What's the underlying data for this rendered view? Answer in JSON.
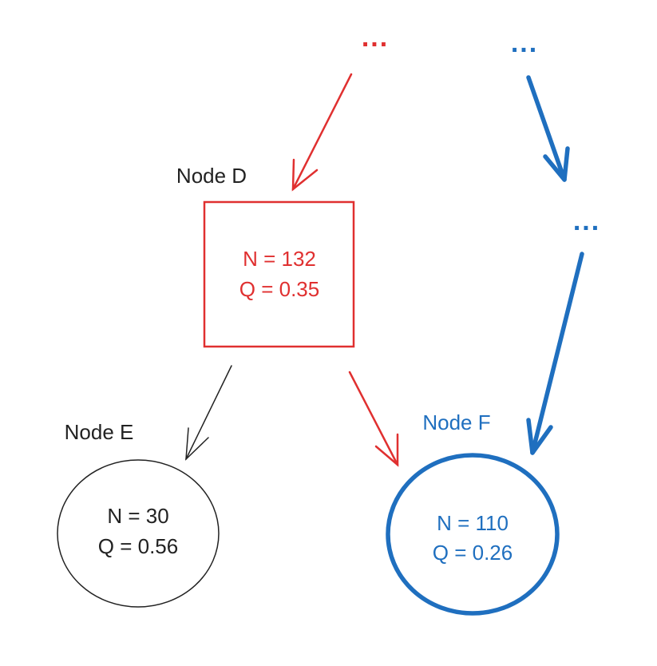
{
  "colors": {
    "red": "#e03030",
    "blue": "#1f6fbf",
    "black": "#222222"
  },
  "ellipsis": {
    "red_top": "...",
    "blue_top": "...",
    "blue_mid": "..."
  },
  "nodes": {
    "d": {
      "label": "Node D",
      "n": "N = 132",
      "q": "Q = 0.35"
    },
    "e": {
      "label": "Node E",
      "n": "N = 30",
      "q": "Q = 0.56"
    },
    "f": {
      "label": "Node F",
      "n": "N = 110",
      "q": "Q = 0.26"
    }
  }
}
